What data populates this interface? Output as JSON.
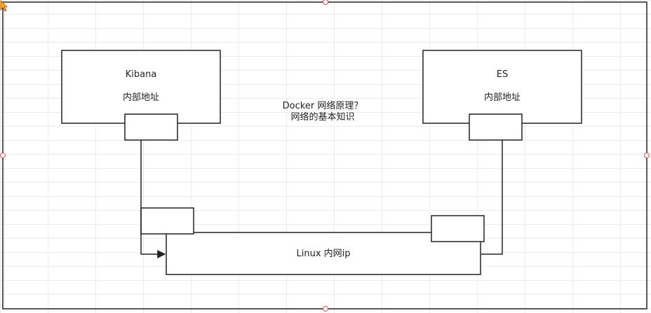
{
  "kibana": {
    "name": "Kibana",
    "address": "内部地址"
  },
  "es": {
    "name": "ES",
    "address": "内部地址"
  },
  "center": {
    "line1": "Docker 网络原理？",
    "line2": "网络的基本知识"
  },
  "linux": {
    "label": "Linux 内网ip"
  },
  "colors": {
    "stroke": "#222222",
    "handle": "#d9534f",
    "grid": "#ececec"
  }
}
